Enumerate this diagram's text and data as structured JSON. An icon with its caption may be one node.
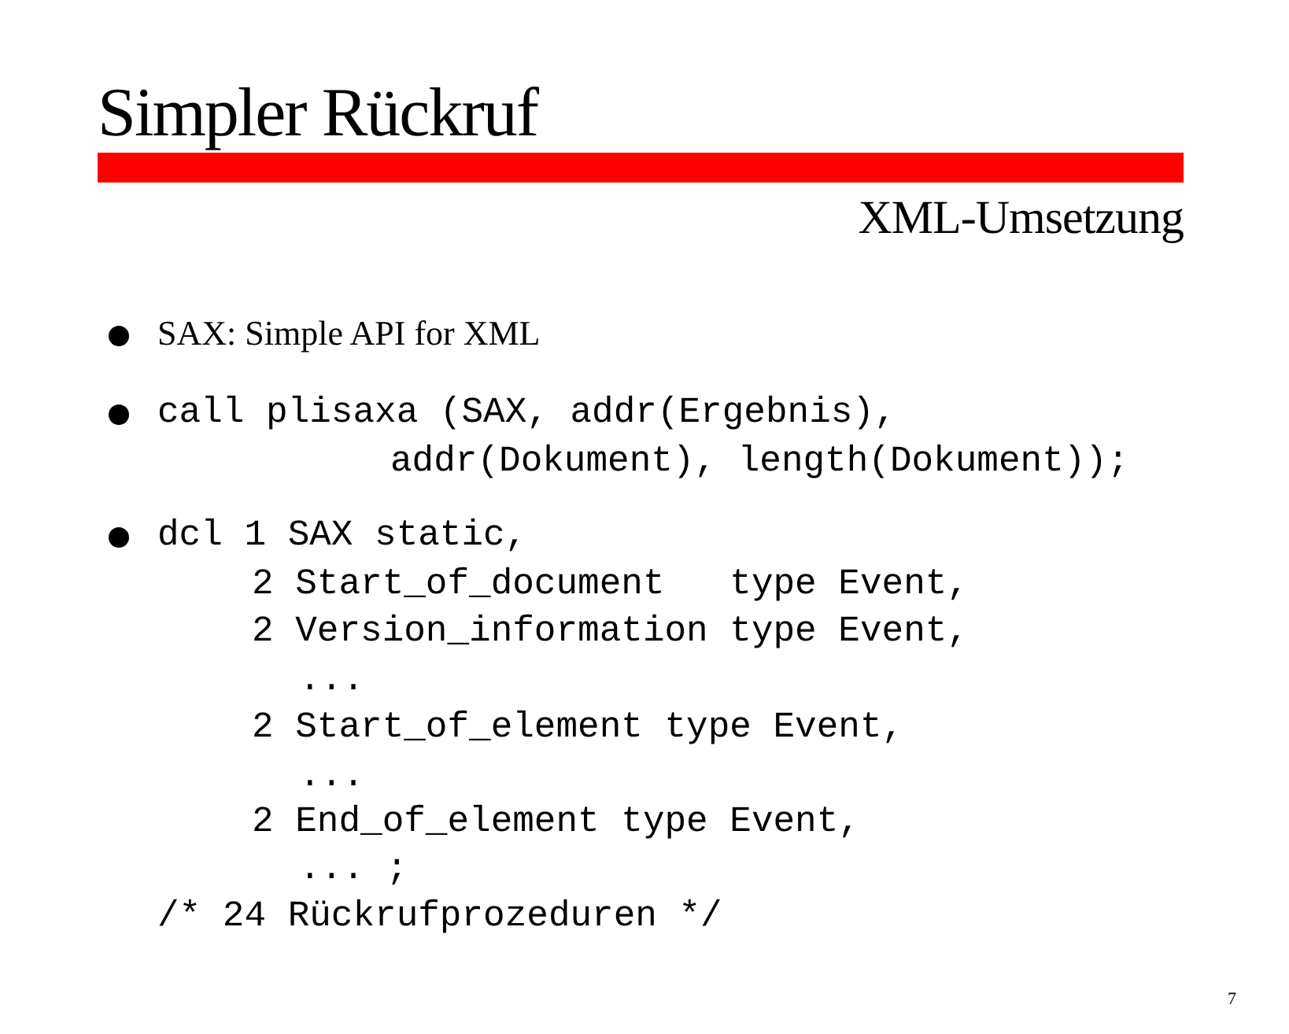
{
  "diagram": {
    "title": "Simpler Rückruf",
    "nodes": [
      {
        "text": [],
        "shape": "bar"
      }
    ],
    "labels": [
      "XML-Umsetzung",
      "SAX: Simple API for XML",
      "call plisaxa (SAX, addr(Ergebnis),",
      "addr(Dokument), length(Dokument));",
      "dcl 1 SAX static,",
      "2 Start_of_document   type Event,",
      "2 Version_information type Event,",
      "...",
      "2 Start_of_element type Event,",
      "...",
      "2 End_of_element type Event,",
      "... ;",
      "/* 24 Rückrufprozeduren */",
      "7"
    ]
  }
}
